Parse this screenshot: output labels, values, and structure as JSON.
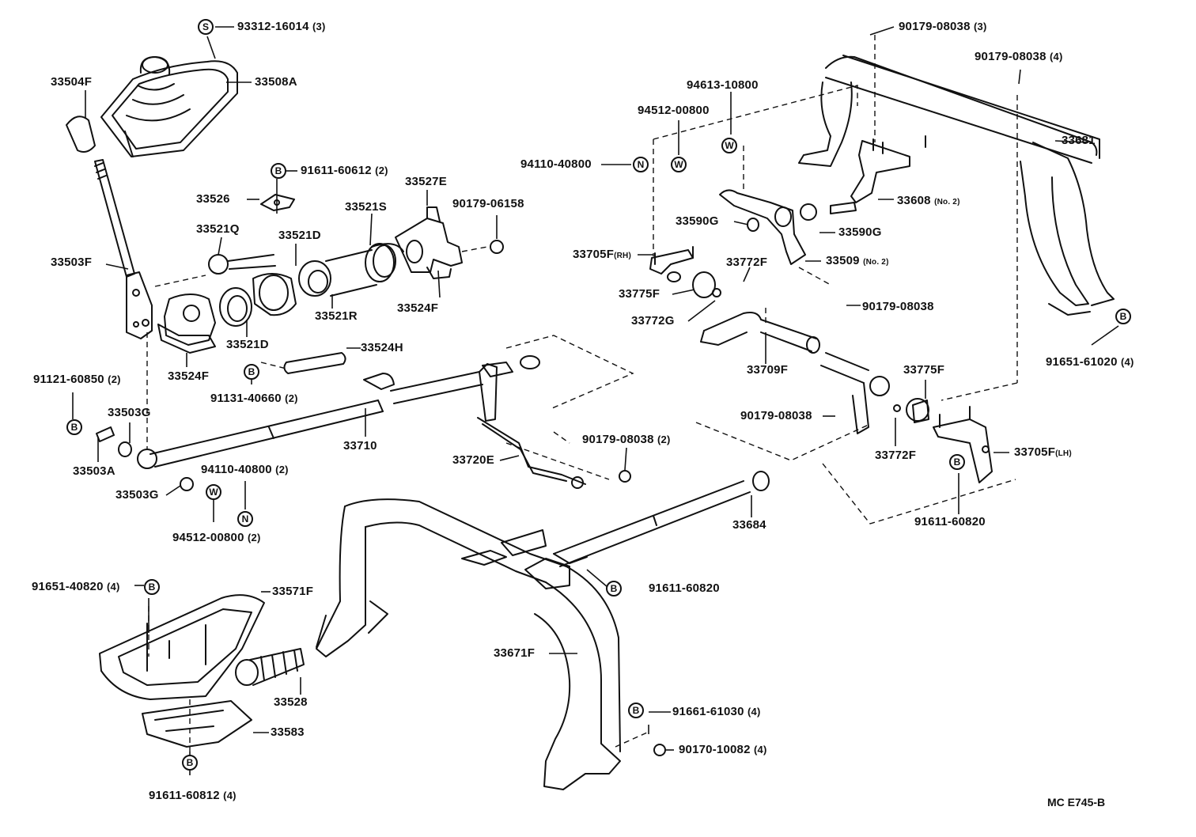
{
  "diagram": {
    "drawing_code": "MC E745-B",
    "legend_symbols": {
      "S": "S",
      "B": "B",
      "W": "W",
      "N": "N"
    },
    "callouts": [
      {
        "id": "c1",
        "part": "93312-16014",
        "qty": "(3)"
      },
      {
        "id": "c2",
        "part": "33508A",
        "qty": ""
      },
      {
        "id": "c3",
        "part": "33504F",
        "qty": ""
      },
      {
        "id": "c4",
        "part": "91611-60612",
        "qty": "(2)"
      },
      {
        "id": "c5",
        "part": "33526",
        "qty": ""
      },
      {
        "id": "c6",
        "part": "33527E",
        "qty": ""
      },
      {
        "id": "c7",
        "part": "33521S",
        "qty": ""
      },
      {
        "id": "c8",
        "part": "90179-06158",
        "qty": ""
      },
      {
        "id": "c9",
        "part": "33521Q",
        "qty": ""
      },
      {
        "id": "c10",
        "part": "33521D",
        "qty": ""
      },
      {
        "id": "c11",
        "part": "33503F",
        "qty": ""
      },
      {
        "id": "c12",
        "part": "33521R",
        "qty": ""
      },
      {
        "id": "c13",
        "part": "33524F",
        "qty": ""
      },
      {
        "id": "c14",
        "part": "33521D",
        "qty": ""
      },
      {
        "id": "c15",
        "part": "33524H",
        "qty": ""
      },
      {
        "id": "c16",
        "part": "33524F",
        "qty": ""
      },
      {
        "id": "c17",
        "part": "91121-60850",
        "qty": "(2)"
      },
      {
        "id": "c18",
        "part": "91131-40660",
        "qty": "(2)"
      },
      {
        "id": "c19",
        "part": "33503G",
        "qty": ""
      },
      {
        "id": "c20",
        "part": "33710",
        "qty": ""
      },
      {
        "id": "c21",
        "part": "33503A",
        "qty": ""
      },
      {
        "id": "c22",
        "part": "94110-40800",
        "qty": "(2)"
      },
      {
        "id": "c23",
        "part": "33503G",
        "qty": ""
      },
      {
        "id": "c24",
        "part": "94512-00800",
        "qty": "(2)"
      },
      {
        "id": "c25",
        "part": "33720E",
        "qty": ""
      },
      {
        "id": "c26",
        "part": "90179-08038",
        "qty": "(2)"
      },
      {
        "id": "c27",
        "part": "90179-08038",
        "qty": "(3)"
      },
      {
        "id": "c28",
        "part": "90179-08038",
        "qty": "(4)"
      },
      {
        "id": "c29",
        "part": "94613-10800",
        "qty": ""
      },
      {
        "id": "c30",
        "part": "94512-00800",
        "qty": ""
      },
      {
        "id": "c31",
        "part": "33681",
        "qty": ""
      },
      {
        "id": "c32",
        "part": "94110-40800",
        "qty": ""
      },
      {
        "id": "c33",
        "part": "33608",
        "qty": "(No. 2)"
      },
      {
        "id": "c34",
        "part": "33590G",
        "qty": ""
      },
      {
        "id": "c35",
        "part": "33590G",
        "qty": ""
      },
      {
        "id": "c36",
        "part": "33705F",
        "qty": "(RH)"
      },
      {
        "id": "c37",
        "part": "33772F",
        "qty": ""
      },
      {
        "id": "c38",
        "part": "33509",
        "qty": "(No. 2)"
      },
      {
        "id": "c39",
        "part": "33775F",
        "qty": ""
      },
      {
        "id": "c40",
        "part": "90179-08038",
        "qty": ""
      },
      {
        "id": "c41",
        "part": "33772G",
        "qty": ""
      },
      {
        "id": "c42",
        "part": "33709F",
        "qty": ""
      },
      {
        "id": "c43",
        "part": "91651-61020",
        "qty": "(4)"
      },
      {
        "id": "c44",
        "part": "33775F",
        "qty": ""
      },
      {
        "id": "c45",
        "part": "90179-08038",
        "qty": ""
      },
      {
        "id": "c46",
        "part": "33772F",
        "qty": ""
      },
      {
        "id": "c47",
        "part": "33705F",
        "qty": "(LH)"
      },
      {
        "id": "c48",
        "part": "91611-60820",
        "qty": ""
      },
      {
        "id": "c49",
        "part": "33684",
        "qty": ""
      },
      {
        "id": "c50",
        "part": "91651-40820",
        "qty": "(4)"
      },
      {
        "id": "c51",
        "part": "33571F",
        "qty": ""
      },
      {
        "id": "c52",
        "part": "91611-60820",
        "qty": ""
      },
      {
        "id": "c53",
        "part": "33671F",
        "qty": ""
      },
      {
        "id": "c54",
        "part": "33528",
        "qty": ""
      },
      {
        "id": "c55",
        "part": "33583",
        "qty": ""
      },
      {
        "id": "c56",
        "part": "91661-61030",
        "qty": "(4)"
      },
      {
        "id": "c57",
        "part": "90170-10082",
        "qty": "(4)"
      },
      {
        "id": "c58",
        "part": "91611-60812",
        "qty": "(4)"
      }
    ]
  }
}
